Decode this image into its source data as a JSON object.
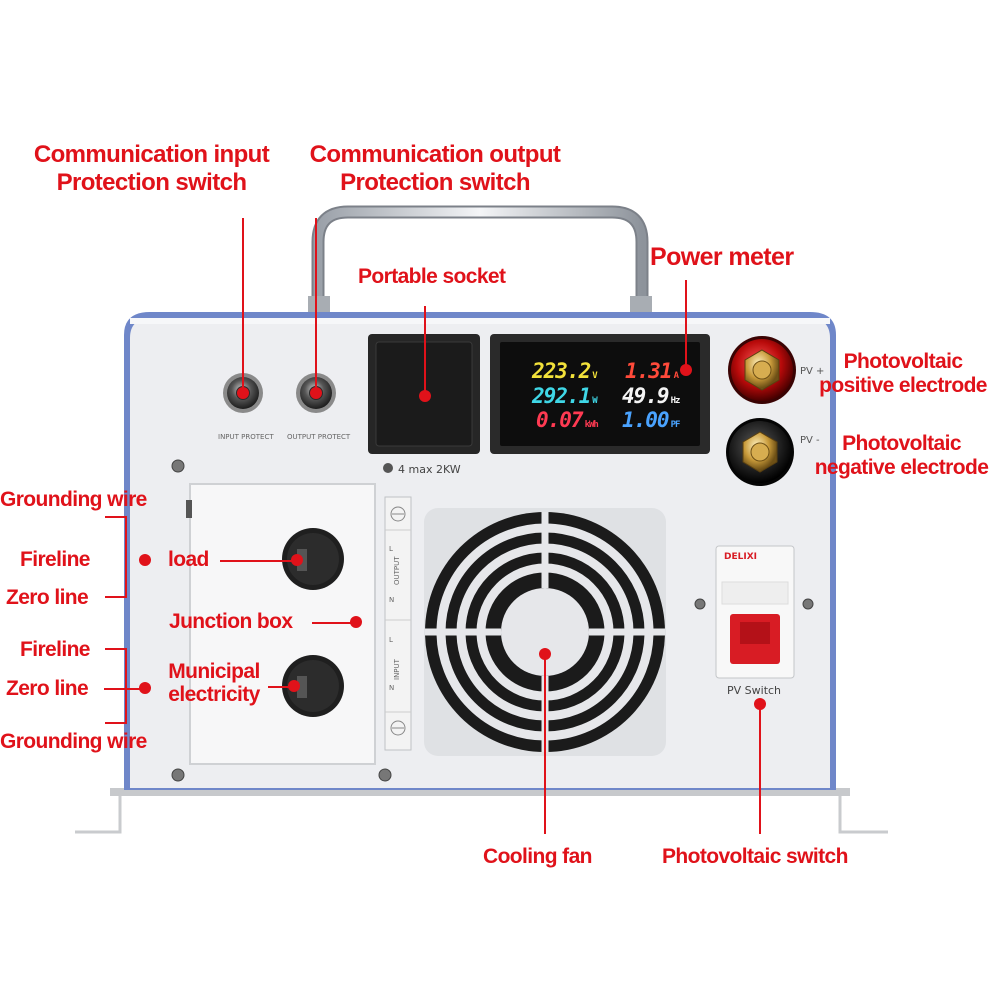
{
  "labels": {
    "comm_input": [
      "Communication input",
      "Protection switch"
    ],
    "comm_output": [
      "Communication output",
      "Protection switch"
    ],
    "portable_socket": "Portable socket",
    "power_meter": "Power meter",
    "pv_positive": [
      "Photovoltaic",
      "positive electrode"
    ],
    "pv_negative": [
      "Photovoltaic",
      "negative electrode"
    ],
    "grounding_wire_top": "Grounding wire",
    "fireline_top": "Fireline",
    "zero_line_top": "Zero line",
    "load": "load",
    "junction_box": "Junction box",
    "fireline_bottom": "Fireline",
    "zero_line_bottom": "Zero line",
    "municipal": [
      "Municipal",
      "electricity"
    ],
    "grounding_wire_bottom": "Grounding wire",
    "cooling_fan": "Cooling fan",
    "pv_switch": "Photovoltaic switch"
  },
  "device_text": {
    "input_protect": "INPUT PROTECT",
    "output_protect": "OUTPUT PROTECT",
    "socket_rating": "4 max 2KW",
    "pv_plus": "PV +",
    "pv_minus": "PV -",
    "pv_switch_plate": "PV Switch",
    "breaker_brand": "DELIXI",
    "terminal_output": "OUTPUT",
    "terminal_input": "INPUT",
    "terminal_l": "L",
    "terminal_n": "N"
  },
  "meter": {
    "voltage": "223.2",
    "voltage_unit": "V",
    "current": "1.31",
    "current_unit": "A",
    "power": "292.1",
    "power_unit": "W",
    "frequency": "49.9",
    "frequency_unit": "Hz",
    "energy": "0.07",
    "energy_unit": "kWh",
    "pf": "1.00",
    "pf_unit": "PF"
  },
  "colors": {
    "annotation": "#e0121a",
    "panel": "#edeef1",
    "frame": "#6f87c9"
  }
}
